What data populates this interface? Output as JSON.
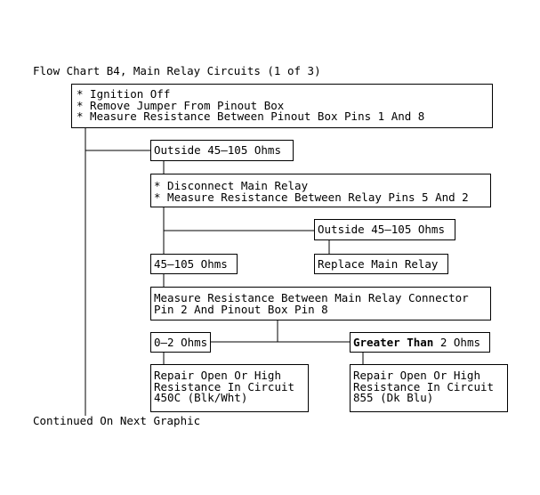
{
  "title": "Flow Chart B4, Main Relay Circuits (1 of 3)",
  "footer": "Continued On Next Graphic",
  "boxes": {
    "step1": [
      "* Ignition Off",
      "* Remove Jumper From Pinout Box",
      "* Measure Resistance Between Pinout Box Pins 1 And 8"
    ],
    "outside1": [
      "Outside 45–105 Ohms"
    ],
    "step2": [
      "* Disconnect Main Relay",
      "* Measure Resistance Between Relay Pins 5 And 2"
    ],
    "outside2": [
      "Outside 45–105 Ohms"
    ],
    "ok": [
      "45–105 Ohms"
    ],
    "replace": [
      "Replace Main Relay"
    ],
    "step3": [
      "Measure Resistance Between Main Relay Connector",
      "Pin 2 And Pinout Box Pin 8"
    ],
    "low": [
      "0–2 Ohms"
    ],
    "high_bold": "Greater Than",
    "high_rest": " 2 Ohms",
    "repair1": [
      "Repair Open Or High",
      "Resistance In Circuit",
      "450C (Blk/Wht)"
    ],
    "repair2": [
      "Repair Open Or High",
      "Resistance In Circuit",
      "855 (Dk Blu)"
    ]
  }
}
